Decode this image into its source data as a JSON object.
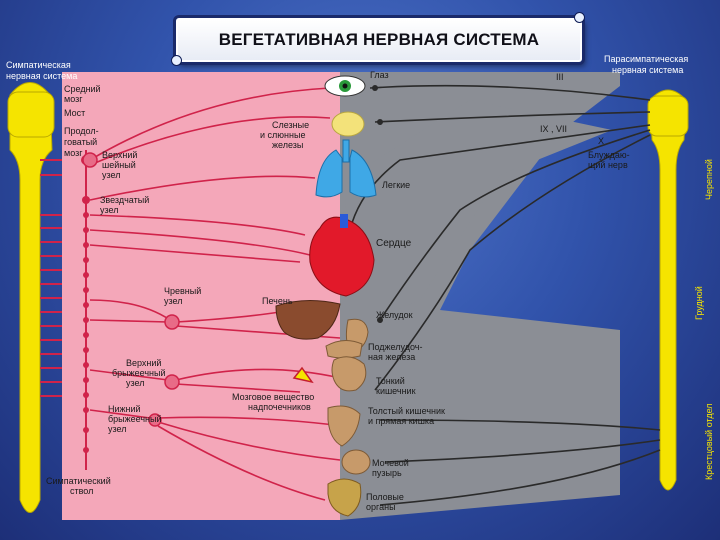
{
  "title": "ВЕГЕТАТИВНАЯ НЕРВНАЯ СИСТЕМА",
  "left_system": {
    "line1": "Симпатическая",
    "line2": "нервная система"
  },
  "right_system": {
    "line1": "Парасимпатическая",
    "line2": "нервная система"
  },
  "brain_left": {
    "midbrain": [
      "Средний",
      "мозг"
    ],
    "pons": "Мост",
    "medulla": [
      "Продол-",
      "говатый",
      "мозг"
    ]
  },
  "ganglia": {
    "upper_cervical": [
      "Верхний",
      "шейный",
      "узел"
    ],
    "stellate": [
      "Звездчатый",
      "узел"
    ],
    "celiac": [
      "Чревный",
      "узел"
    ],
    "upper_mesenteric": [
      "Верхний",
      "брыжеечный",
      "узел"
    ],
    "lower_mesenteric": [
      "Нижний",
      "брыжеечный",
      "узел"
    ],
    "sympathetic_trunk": [
      "Симпатический",
      "ствол"
    ]
  },
  "organs": {
    "eye": "Глаз",
    "lacrimal": [
      "Слезные",
      "и слюнные",
      "железы"
    ],
    "lungs": "Легкие",
    "heart": "Сердце",
    "liver": "Печень",
    "stomach": "Желудок",
    "pancreas": [
      "Поджелудоч-",
      "ная железа"
    ],
    "small_intestine": [
      "Тонкий",
      "кишечник"
    ],
    "adrenal": [
      "Мозговое вещество",
      "надпочечников"
    ],
    "large_intestine": [
      "Толстый кишечник",
      "и прямая кишка"
    ],
    "bladder": [
      "Мочевой",
      "пузырь"
    ],
    "genitals": [
      "Половые",
      "органы"
    ]
  },
  "nerves": {
    "n3": "III",
    "n9_7": "IX , VII",
    "n10": "X",
    "vagus": [
      "Блуждаю-",
      "щий нерв"
    ]
  },
  "spinal_right": {
    "cranial": "Черепной",
    "thoracic": "Грудной",
    "sacral": "Крестцовый отдел"
  },
  "colors": {
    "sympathetic": "#f4a7b9",
    "parasympathetic": "#8b8e95",
    "spine": "#f5e400",
    "nerve_red": "#d0234a",
    "nerve_dark": "#2a2a2a"
  }
}
